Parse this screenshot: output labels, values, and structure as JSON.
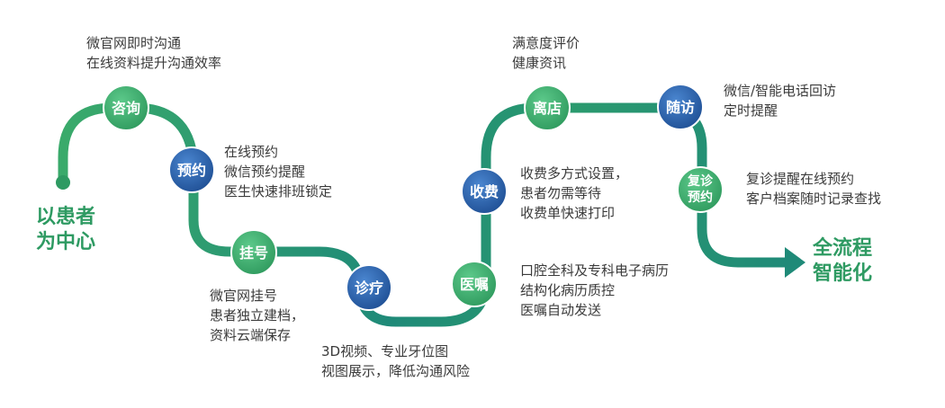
{
  "start_label": [
    "以患者",
    "为中心"
  ],
  "end_label": [
    "全流程",
    "智能化"
  ],
  "colors": {
    "green": "#3aaa6b",
    "teal": "#1f8a78",
    "blue": "#2b66b3",
    "start_text": "#2e9a62",
    "end_text": "#2e9a62",
    "desc_text": "#3b3b3b"
  },
  "nodes": [
    {
      "id": "consult",
      "label": [
        "咨询"
      ],
      "color": "green"
    },
    {
      "id": "appointment",
      "label": [
        "预约"
      ],
      "color": "blue"
    },
    {
      "id": "register",
      "label": [
        "挂号"
      ],
      "color": "green"
    },
    {
      "id": "diagnosis",
      "label": [
        "诊疗"
      ],
      "color": "blue"
    },
    {
      "id": "advice",
      "label": [
        "医嘱"
      ],
      "color": "green"
    },
    {
      "id": "payment",
      "label": [
        "收费"
      ],
      "color": "blue"
    },
    {
      "id": "leave",
      "label": [
        "离店"
      ],
      "color": "green"
    },
    {
      "id": "followup",
      "label": [
        "随访"
      ],
      "color": "blue"
    },
    {
      "id": "revisit",
      "label": [
        "复诊",
        "预约"
      ],
      "color": "green"
    }
  ],
  "descriptions": {
    "consult": [
      "微官网即时沟通",
      "在线资料提升沟通效率"
    ],
    "appointment": [
      "在线预约",
      "微信预约提醒",
      "医生快速排班锁定"
    ],
    "register": [
      "微官网挂号",
      "患者独立建档，",
      "资料云端保存"
    ],
    "diagnosis": [
      "3D视频、专业牙位图",
      "视图展示，降低沟通风险"
    ],
    "advice": [
      "口腔全科及专科电子病历",
      "结构化病历质控",
      "医嘱自动发送"
    ],
    "payment": [
      "收费多方式设置，",
      "患者勿需等待",
      "收费单快速打印"
    ],
    "leave": [
      "满意度评价",
      "健康资讯"
    ],
    "followup": [
      "微信/智能电话回访",
      "定时提醒"
    ],
    "revisit": [
      "复诊提醒在线预约",
      "客户档案随时记录查找"
    ]
  }
}
